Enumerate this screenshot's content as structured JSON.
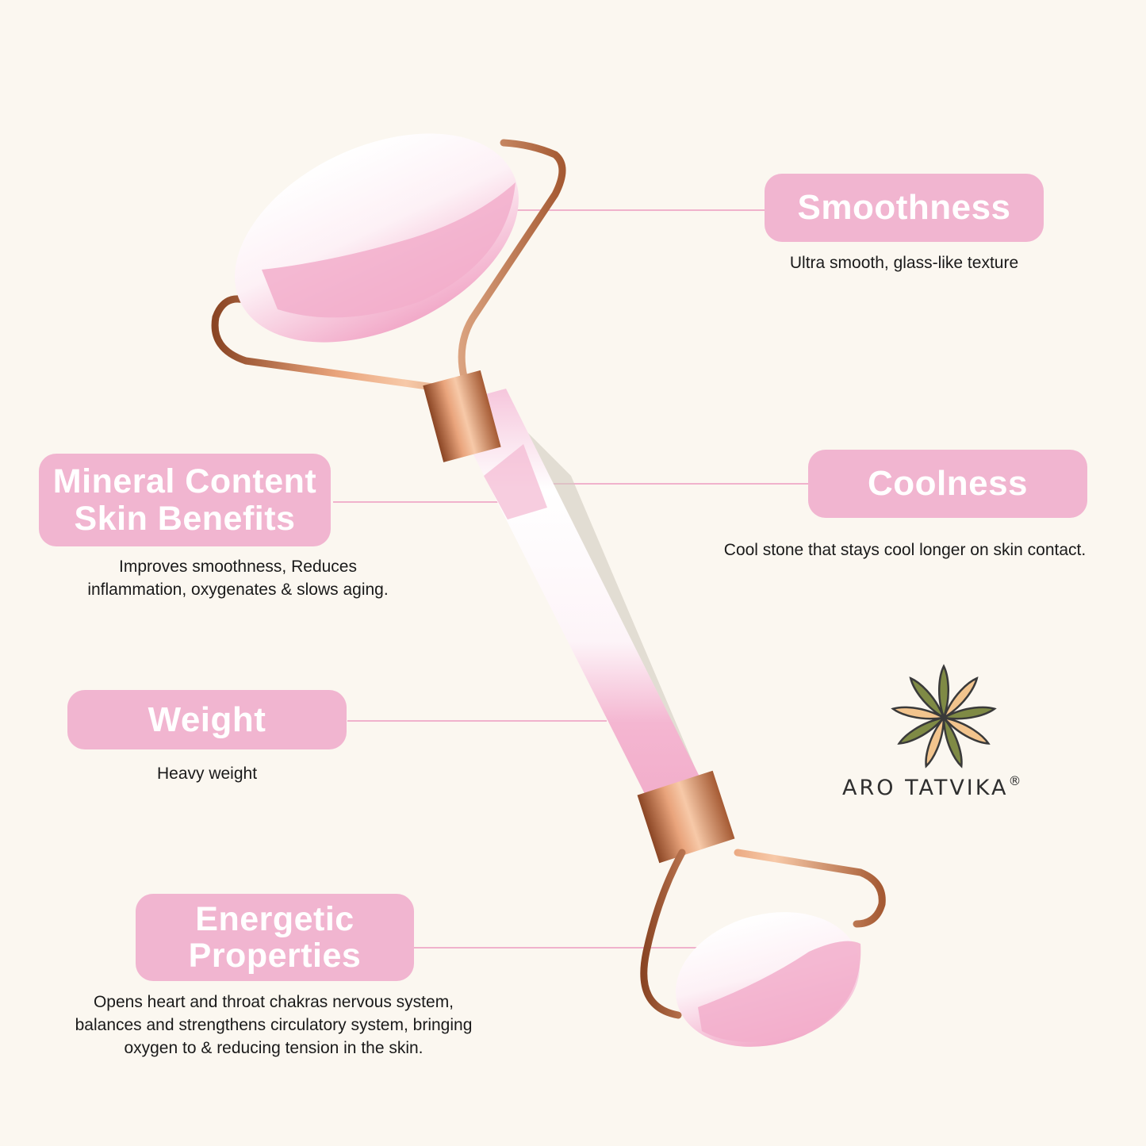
{
  "features": {
    "smoothness": {
      "title": "Smoothness",
      "desc": [
        "Ultra smooth, glass-like texture"
      ]
    },
    "mineral": {
      "title": [
        "Mineral Content",
        "Skin Benefits"
      ],
      "desc": [
        "Improves smoothness, Reduces",
        "inflammation, oxygenates & slows aging."
      ]
    },
    "coolness": {
      "title": "Coolness",
      "desc": [
        "Cool stone that stays cool longer on skin contact."
      ]
    },
    "weight": {
      "title": "Weight",
      "desc": [
        "Heavy weight"
      ]
    },
    "energetic": {
      "title": [
        "Energetic",
        "Properties"
      ],
      "desc": [
        "Opens heart and throat chakras nervous system,",
        "balances and strengthens circulatory system, bringing",
        "oxygen to & reducing tension in the skin."
      ]
    }
  },
  "brand": {
    "name": "ARO TATVIKA",
    "mark": "®"
  },
  "colors": {
    "pill": "#f1b5d0",
    "background": "#fbf7f0",
    "rose_quartz": "#f3b8d2",
    "rose_gold": "#c9774a",
    "leaf_olive": "#7f8a45",
    "leaf_peach": "#f2c48d"
  }
}
